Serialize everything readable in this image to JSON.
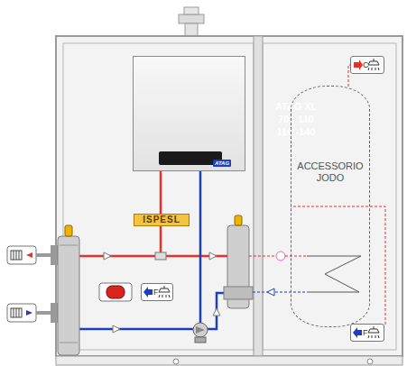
{
  "diagram": {
    "nodes": [
      {
        "text": [
          "ATAG XL 70 - 110 116 -140"
        ]
      },
      {
        "text": [
          "ISPESL"
        ]
      },
      {
        "text": [
          "ACCESSORIO JODO"
        ]
      },
      {
        "text": [
          "C"
        ]
      },
      {
        "text": [
          "F"
        ]
      },
      {
        "text": [
          "F"
        ]
      }
    ],
    "edges": [
      {
        "from": 2,
        "to": 3,
        "arrow": "none"
      },
      {
        "from": 4,
        "to": 2,
        "arrow": "none"
      }
    ],
    "labels": [
      "ATAG"
    ]
  }
}
